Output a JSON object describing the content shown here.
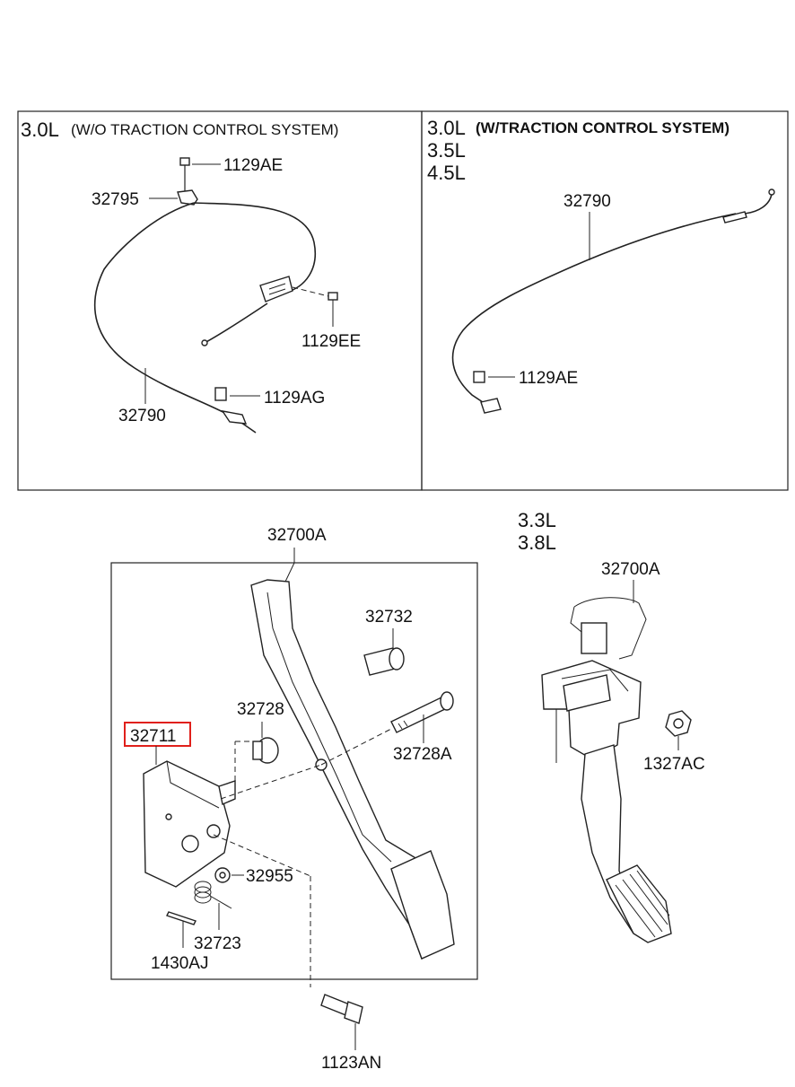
{
  "panels": {
    "top_left": {
      "engine": "3.0L",
      "note": "(W/O TRACTION CONTROL SYSTEM)",
      "labels": {
        "bolt_1129ae": "1129AE",
        "bracket_32795": "32795",
        "screw_1129ee": "1129EE",
        "bolt_1129ag": "1129AG",
        "cable_32790": "32790"
      }
    },
    "top_right": {
      "engines": [
        "3.0L",
        "3.5L",
        "4.5L"
      ],
      "note": "(W/TRACTION CONTROL SYSTEM)",
      "labels": {
        "cable_32790": "32790",
        "bolt_1129ae": "1129AE"
      }
    },
    "bottom_left": {
      "labels": {
        "pedal_32700a": "32700A",
        "bolt_32732": "32732",
        "stopper_32728": "32728",
        "bracket_32711": "32711",
        "bolt_32728a": "32728A",
        "washer_32955": "32955",
        "spring_32723": "32723",
        "pin_1430aj": "1430AJ",
        "bolt_1123an": "1123AN"
      }
    },
    "bottom_right": {
      "engines": [
        "3.3L",
        "3.8L"
      ],
      "labels": {
        "pedal_32700a": "32700A",
        "nut_1327ac": "1327AC"
      }
    }
  },
  "highlight_color": "#e0201b"
}
